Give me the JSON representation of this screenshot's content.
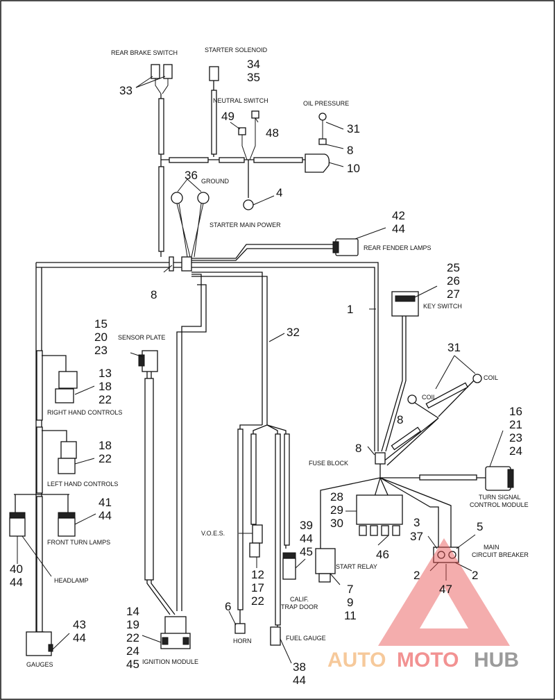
{
  "labels": {
    "rear_brake_switch": "REAR BRAKE SWITCH",
    "starter_solenoid": "STARTER SOLENOID",
    "neutral_switch": "NEUTRAL SWITCH",
    "oil_pressure": "OIL PRESSURE",
    "ground": "GROUND",
    "starter_main_power": "STARTER MAIN POWER",
    "rear_fender_lamps": "REAR FENDER LAMPS",
    "key_switch": "KEY SWITCH",
    "sensor_plate": "SENSOR PLATE",
    "coil_a": "COIL",
    "coil_b": "COIL",
    "right_hand_controls": "RIGHT HAND CONTROLS",
    "left_hand_controls": "LEFT HAND CONTROLS",
    "fuse_block": "FUSE BLOCK",
    "turn_signal_1": "TURN SIGNAL",
    "turn_signal_2": "CONTROL MODULE",
    "front_turn_lamps": "FRONT TURN LAMPS",
    "voes": "V.O.E.S.",
    "main_cb_1": "MAIN",
    "main_cb_2": "CIRCUIT BREAKER",
    "headlamp": "HEADLAMP",
    "start_relay": "START RELAY",
    "calif_1": "CALIF.",
    "calif_2": "TRAP DOOR",
    "horn": "HORN",
    "fuel_gauge": "FUEL GAUGE",
    "gauges": "GAUGES",
    "ignition_module": "IGNITION MODULE"
  },
  "callouts": {
    "rear_brake": "33",
    "solenoid": [
      "34",
      "35"
    ],
    "neutral_l": "49",
    "neutral_r": "48",
    "oil_top": "31",
    "oil_mid": "8",
    "oil_bot": "10",
    "ground": "36",
    "starter_power": "4",
    "fender": [
      "42",
      "44"
    ],
    "main_8": "8",
    "key_switch": [
      "25",
      "26",
      "27"
    ],
    "harness_1": "1",
    "sensor": [
      "15",
      "20",
      "23"
    ],
    "harness_32": "32",
    "coil": "31",
    "right_hand": [
      "13",
      "18",
      "22"
    ],
    "left_hand": [
      "18",
      "22"
    ],
    "coil_8": "8",
    "fuse_8": "8",
    "turn_module": [
      "16",
      "21",
      "23",
      "24"
    ],
    "front_turn": [
      "41",
      "44"
    ],
    "fuse_block": [
      "28",
      "29",
      "30"
    ],
    "calif": [
      "39",
      "44",
      "45"
    ],
    "cb_left": [
      "3",
      "37"
    ],
    "cb_right": "5",
    "cb_46": "46",
    "headlamp": [
      "40",
      "44"
    ],
    "voes": [
      "12",
      "17",
      "22"
    ],
    "cb_2l": "2",
    "cb_2r": "2",
    "cb_47": "47",
    "relay": [
      "7",
      "9",
      "11"
    ],
    "horn": "6",
    "ignition": [
      "14",
      "19",
      "22",
      "24",
      "45"
    ],
    "gauges": [
      "43",
      "44"
    ],
    "fuel_gauge": [
      "38",
      "44"
    ]
  },
  "watermark": {
    "text_auto": "AUTO",
    "text_moto": "MOTO",
    "text_hub": "HUB",
    "colors": {
      "auto": "#f5c08a",
      "moto": "#f08080",
      "hub": "#8a8a8a",
      "triangle": "#e85050"
    }
  }
}
